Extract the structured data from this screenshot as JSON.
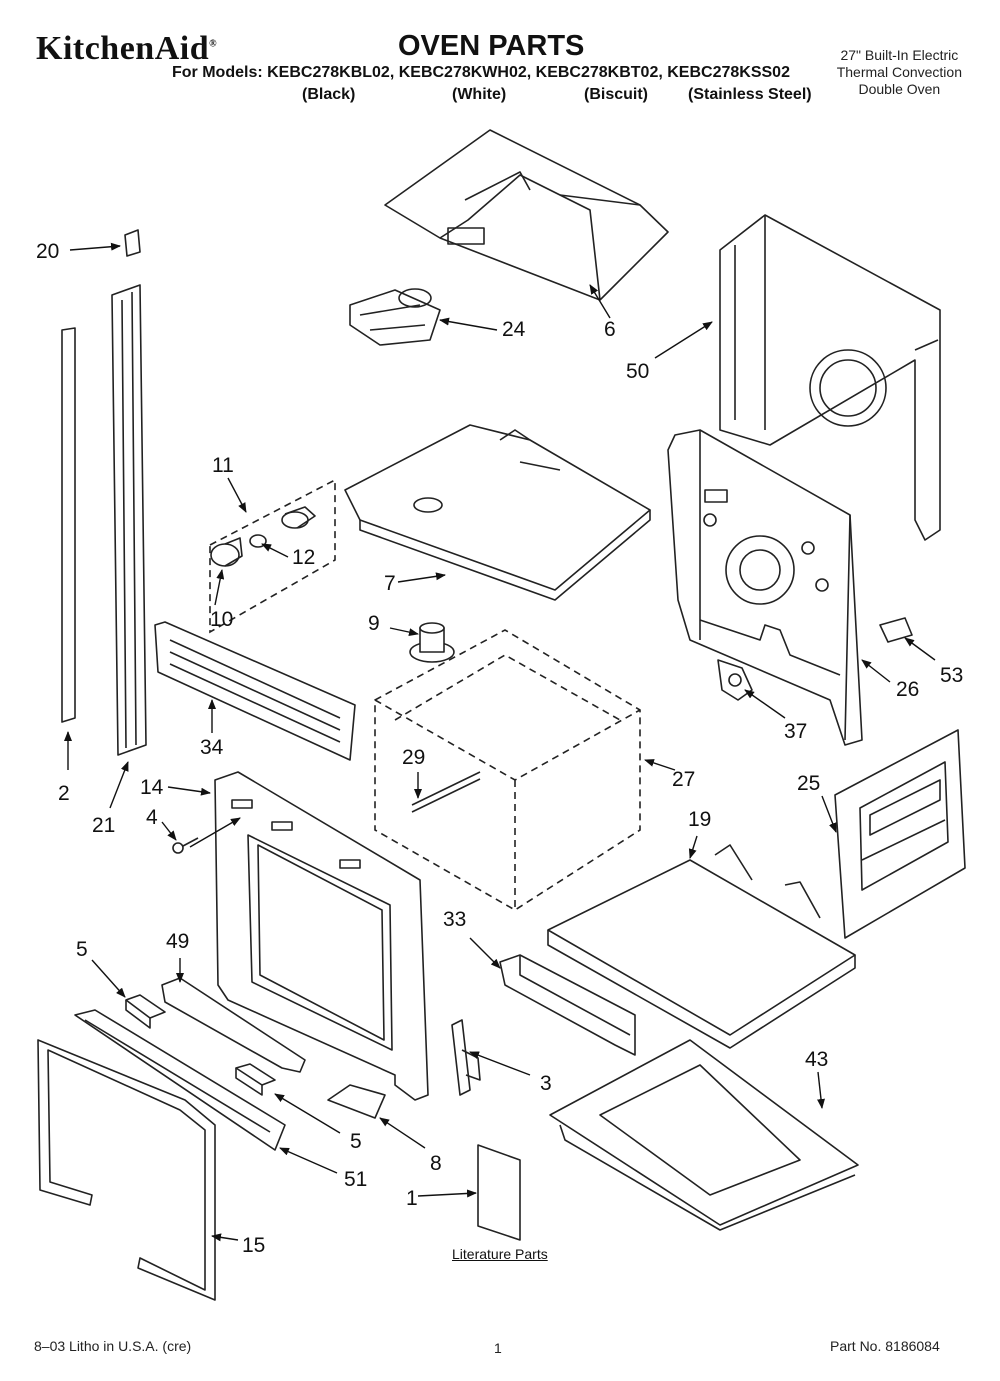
{
  "header": {
    "brand": "KitchenAid",
    "title": "OVEN PARTS",
    "models_line": "For Models: KEBC278KBL02, KEBC278KWH02, KEBC278KBT02, KEBC278KSS02",
    "colors": [
      "(Black)",
      "(White)",
      "(Biscuit)",
      "(Stainless Steel)"
    ],
    "description": [
      "27\" Built-In Electric",
      "Thermal Convection",
      "Double Oven"
    ]
  },
  "callouts": [
    "1",
    "2",
    "3",
    "4",
    "5",
    "5",
    "6",
    "7",
    "8",
    "9",
    "10",
    "11",
    "12",
    "14",
    "15",
    "19",
    "20",
    "21",
    "24",
    "25",
    "26",
    "27",
    "29",
    "33",
    "34",
    "37",
    "43",
    "49",
    "50",
    "51",
    "53"
  ],
  "literature_label": "Literature Parts",
  "footer": {
    "litho": "8–03 Litho in U.S.A. (cre)",
    "page": "1",
    "part_no": "Part No. 8186084"
  }
}
